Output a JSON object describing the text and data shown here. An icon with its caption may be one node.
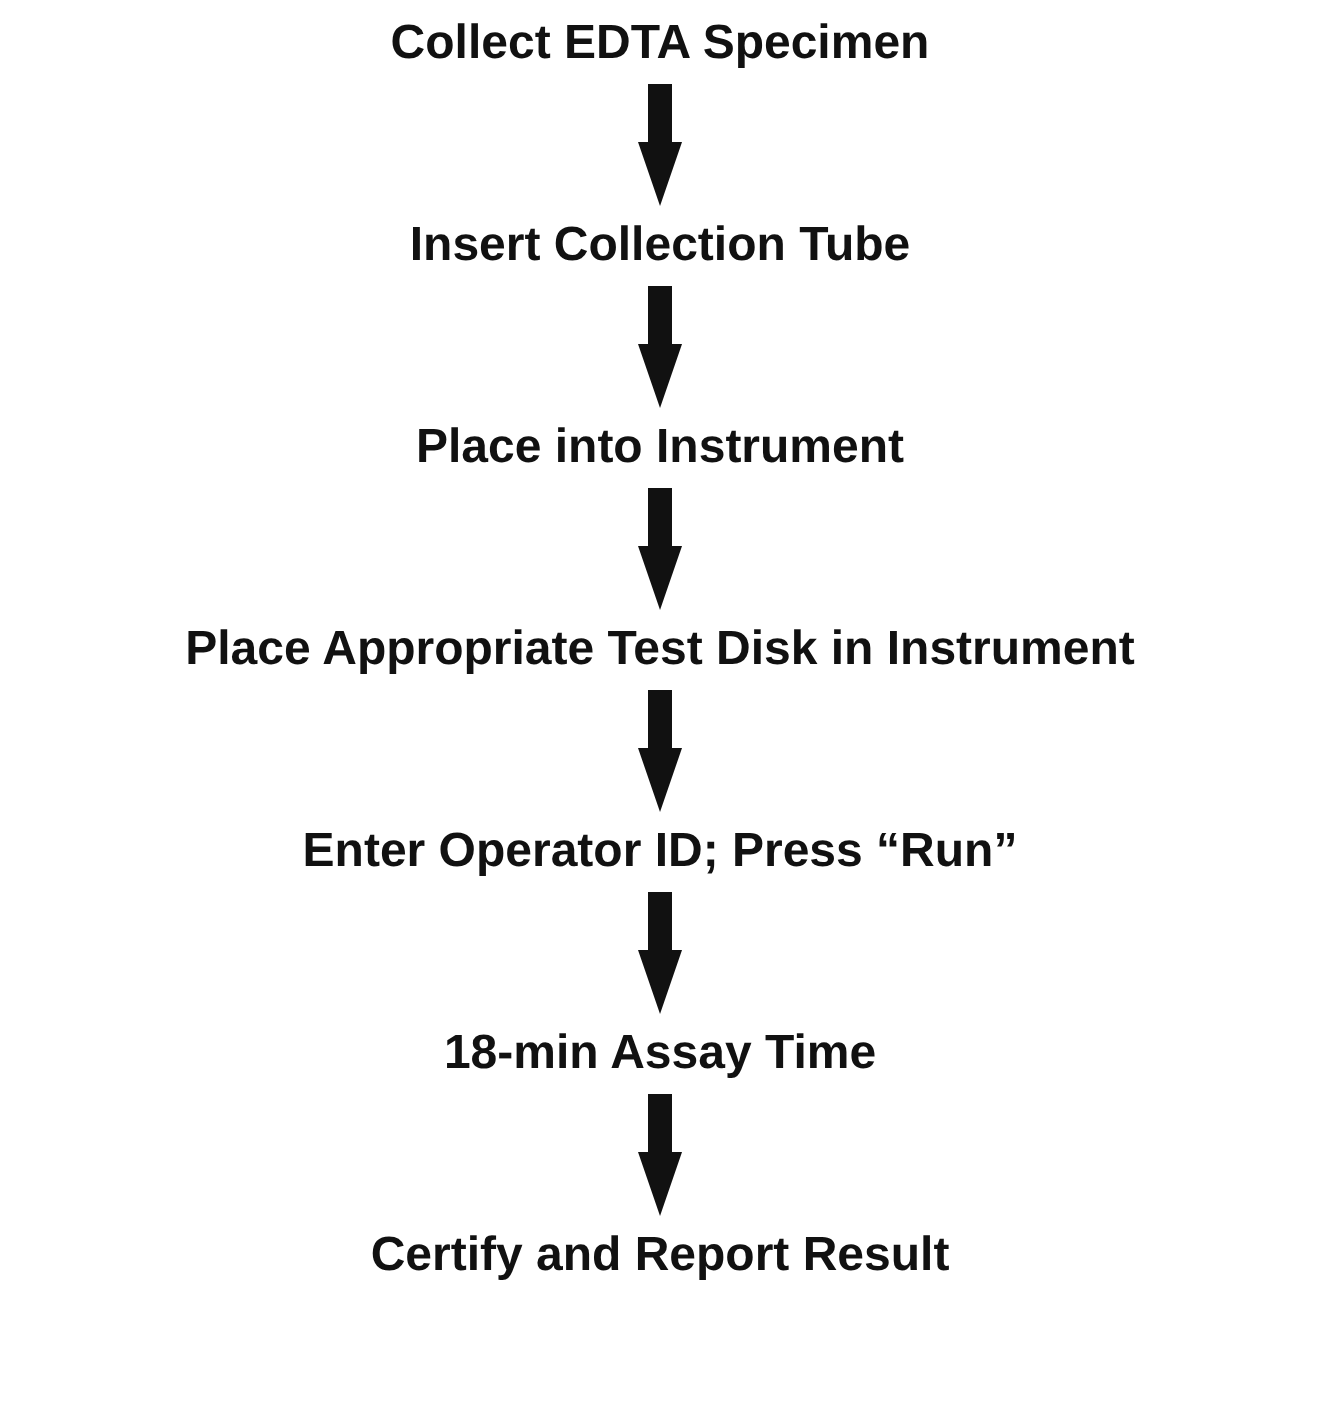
{
  "diagram": {
    "nodes": [
      {
        "text": [
          "Collect EDTA Specimen"
        ]
      },
      {
        "text": [
          "Insert Collection Tube"
        ]
      },
      {
        "text": [
          "Place into Instrument"
        ]
      },
      {
        "text": [
          "Place Appropriate Test Disk in Instrument"
        ]
      },
      {
        "text": [
          "Enter Operator ID; Press “Run”"
        ]
      },
      {
        "text": [
          "18-min Assay Time"
        ]
      },
      {
        "text": [
          "Certify and Report Result"
        ]
      }
    ],
    "edges": [
      {
        "from": 0,
        "to": 1,
        "arrow": "to"
      },
      {
        "from": 1,
        "to": 2,
        "arrow": "to"
      },
      {
        "from": 2,
        "to": 3,
        "arrow": "to"
      },
      {
        "from": 3,
        "to": 4,
        "arrow": "to"
      },
      {
        "from": 4,
        "to": 5,
        "arrow": "to"
      },
      {
        "from": 5,
        "to": 6,
        "arrow": "to"
      }
    ]
  }
}
